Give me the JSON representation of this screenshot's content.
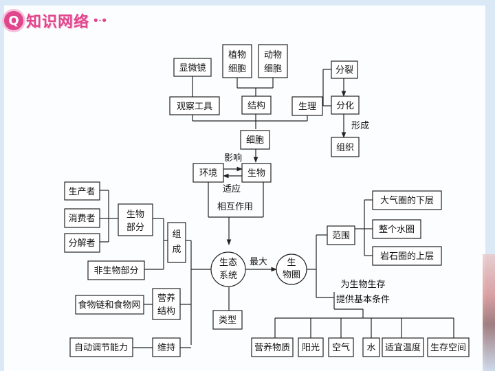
{
  "title": "知识网络",
  "title_icon": "Q",
  "nodes": {
    "microscope": "显微镜",
    "plant_cell_1": "植物",
    "plant_cell_2": "细胞",
    "animal_cell_1": "动物",
    "animal_cell_2": "细胞",
    "division": "分裂",
    "observation_tool": "观察工具",
    "structure": "结构",
    "physiology": "生理",
    "differentiation": "分化",
    "forms": "形成",
    "cell": "细胞",
    "tissue": "组织",
    "influence": "影响",
    "environment": "环境",
    "organism": "生物",
    "adapt": "适应",
    "interaction": "相互作用",
    "producer": "生产者",
    "consumer": "消费者",
    "decomposer": "分解者",
    "bio_part_1": "生物",
    "bio_part_2": "部分",
    "compose_1": "组",
    "compose_2": "成",
    "nonbio_part": "非生物部分",
    "ecosystem_1": "生态",
    "ecosystem_2": "系统",
    "largest": "最大",
    "biosphere_1": "生",
    "biosphere_2": "物圈",
    "scope": "范围",
    "atmosphere_lower": "大气圈的下层",
    "hydrosphere": "整个水圈",
    "lithosphere_upper": "岩石圈的上层",
    "provide_1": "为生物生存",
    "provide_2": "提供基本条件",
    "food_chain": "食物链和食物网",
    "nutrition_1": "营养",
    "nutrition_2": "结构",
    "types": "类型",
    "self_regulation": "自动调节能力",
    "maintain": "维持",
    "cond_nutrients": "营养物质",
    "cond_sunlight": "阳光",
    "cond_air": "空气",
    "cond_water": "水",
    "cond_temp": "适宜温度",
    "cond_space": "生存空间"
  },
  "colors": {
    "accent": "#e0468c",
    "line": "#222222",
    "background": "#dbe9f6"
  }
}
